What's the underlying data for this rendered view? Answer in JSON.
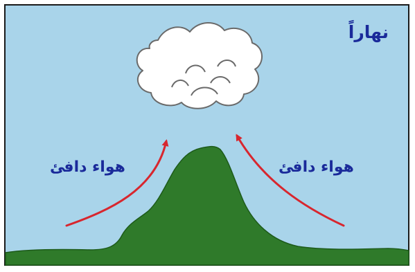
{
  "diagram": {
    "title": "نهاراً",
    "left_arrow_label": "هواء دافئ",
    "right_arrow_label": "هواء دافئ",
    "icons": [
      "cloud-icon",
      "mountain-icon",
      "arrow-up-icon"
    ],
    "colors": {
      "sky": "#a9d4ea",
      "border": "#1a1a1a",
      "ground": "#2f7a2a",
      "cloud_fill": "#ffffff",
      "cloud_outline": "#6a6a6a",
      "arrow": "#d8262e",
      "text": "#1a2a9a"
    }
  }
}
